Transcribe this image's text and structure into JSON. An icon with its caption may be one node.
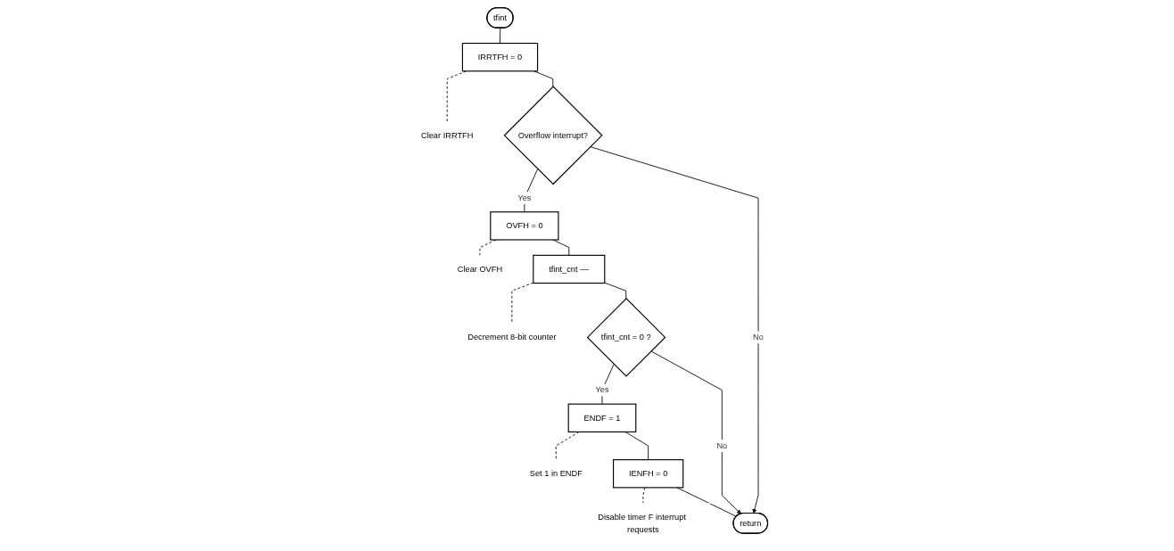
{
  "diagram": {
    "nodes": [
      {
        "text": [
          "tfint"
        ]
      },
      {
        "text": [
          "IRRTFH = 0"
        ]
      },
      {
        "text": [
          "Clear IRRTFH"
        ]
      },
      {
        "text": [
          "Overflow interrupt?"
        ]
      },
      {
        "text": [
          "OVFH = 0"
        ]
      },
      {
        "text": [
          "Clear OVFH"
        ]
      },
      {
        "text": [
          "tfint_cnt ––"
        ]
      },
      {
        "text": [
          "Decrement 8-bit counter"
        ]
      },
      {
        "text": [
          "tfint_cnt = 0 ?"
        ]
      },
      {
        "text": [
          "ENDF = 1"
        ]
      },
      {
        "text": [
          "Set 1 in ENDF"
        ]
      },
      {
        "text": [
          "IENFH = 0"
        ]
      },
      {
        "text": [
          "Disable timer F interrupt requests"
        ]
      },
      {
        "text": [
          "return"
        ]
      }
    ],
    "edges": [
      {
        "from": 0,
        "to": 1,
        "arrow": "none"
      },
      {
        "from": 1,
        "to": 2,
        "arrow": "none",
        "style": "dashed"
      },
      {
        "from": 1,
        "to": 3,
        "arrow": "none"
      },
      {
        "from": 3,
        "to": 4,
        "label": "Yes",
        "arrow": "none"
      },
      {
        "from": 4,
        "to": 5,
        "arrow": "none",
        "style": "dashed"
      },
      {
        "from": 4,
        "to": 6,
        "arrow": "none"
      },
      {
        "from": 6,
        "to": 7,
        "arrow": "none",
        "style": "dashed"
      },
      {
        "from": 6,
        "to": 8,
        "arrow": "none"
      },
      {
        "from": 8,
        "to": 9,
        "label": "Yes",
        "arrow": "none"
      },
      {
        "from": 9,
        "to": 10,
        "arrow": "none",
        "style": "dashed"
      },
      {
        "from": 9,
        "to": 11,
        "arrow": "none"
      },
      {
        "from": 11,
        "to": 12,
        "arrow": "none",
        "style": "dashed"
      },
      {
        "from": 11,
        "to": 13,
        "arrow": "none"
      },
      {
        "from": 8,
        "to": 13,
        "label": "No",
        "arrow": "to"
      },
      {
        "from": 3,
        "to": 13,
        "label": "No",
        "arrow": "to"
      }
    ]
  }
}
